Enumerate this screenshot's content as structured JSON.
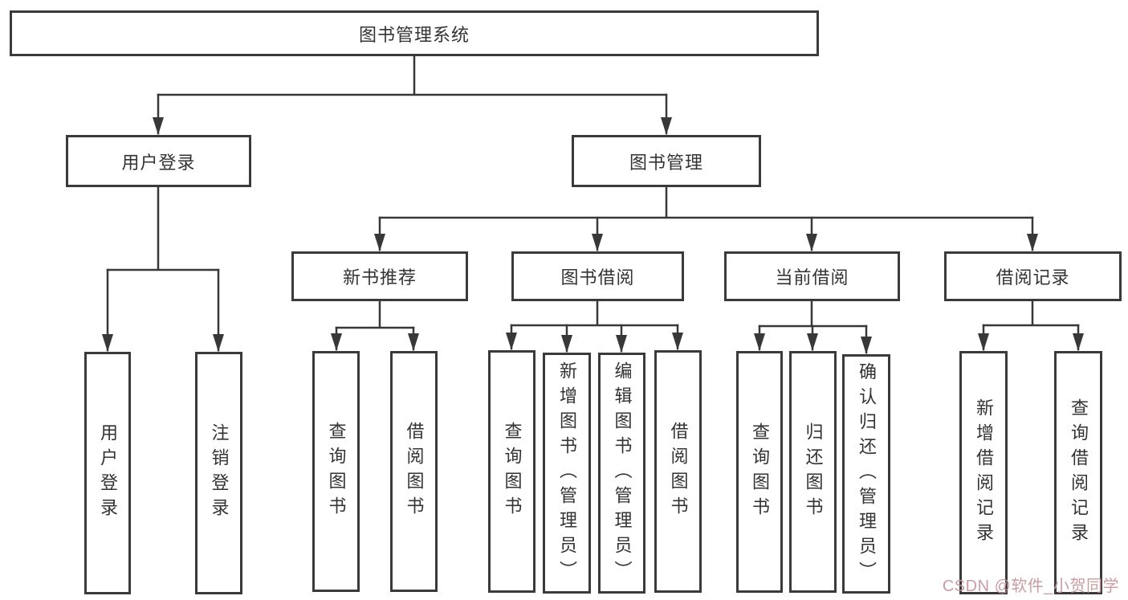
{
  "diagram_title": "图书管理系统",
  "root": {
    "label": "图书管理系统",
    "children": [
      {
        "label": "用户登录",
        "children": [
          {
            "label": "用户登录"
          },
          {
            "label": "注销登录"
          }
        ]
      },
      {
        "label": "图书管理",
        "children": [
          {
            "label": "新书推荐",
            "children": [
              {
                "label": "查询图书"
              },
              {
                "label": "借阅图书"
              }
            ]
          },
          {
            "label": "图书借阅",
            "children": [
              {
                "label": "查询图书"
              },
              {
                "label": "新增图书（管理员）"
              },
              {
                "label": "编辑图书（管理员）"
              },
              {
                "label": "借阅图书"
              }
            ]
          },
          {
            "label": "当前借阅",
            "children": [
              {
                "label": "查询图书"
              },
              {
                "label": "归还图书"
              },
              {
                "label": "确认归还（管理员）"
              }
            ]
          },
          {
            "label": "借阅记录",
            "children": [
              {
                "label": "新增借阅记录"
              },
              {
                "label": "查询借阅记录"
              }
            ]
          }
        ]
      }
    ]
  },
  "watermark": {
    "text": "CSDN @软件_小贺同学"
  },
  "colors": {
    "box_border": "#3a3a3a",
    "connector": "#383838",
    "text": "#333333",
    "watermark": "#c9989c",
    "background": "#ffffff"
  }
}
